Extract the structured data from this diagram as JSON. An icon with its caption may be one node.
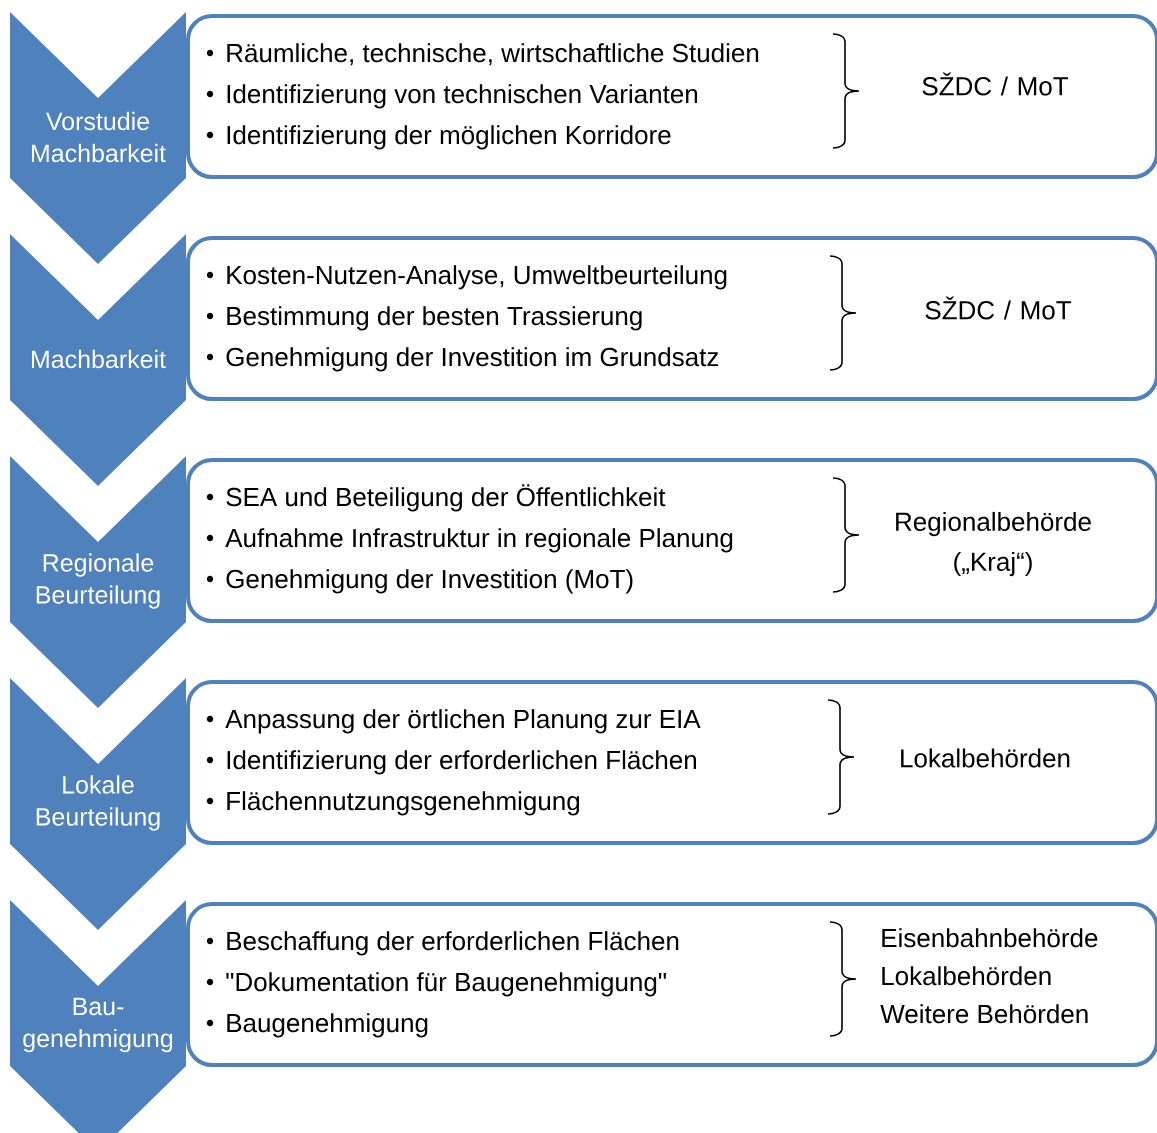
{
  "diagram": {
    "nodes": [
      {
        "text": [
          "Vorstudie Machbarkeit"
        ]
      },
      {
        "text": [
          "Räumliche, technische, wirtschaftliche Studien",
          "Identifizierung von technischen Varianten",
          "Identifizierung der möglichen Korridore",
          "SŽDC / MoT"
        ]
      },
      {
        "text": [
          "Machbarkeit"
        ]
      },
      {
        "text": [
          "Kosten-Nutzen-Analyse, Umweltbeurteilung",
          "Bestimmung der besten Trassierung",
          "Genehmigung der Investition im Grundsatz",
          "SŽDC / MoT"
        ]
      },
      {
        "text": [
          "Regionale Beurteilung"
        ]
      },
      {
        "text": [
          "SEA und Beteiligung der Öffentlichkeit",
          "Aufnahme Infrastruktur in regionale Planung",
          "Genehmigung der Investition (MoT)",
          "Regionalbehörde („Kraj“)"
        ]
      },
      {
        "text": [
          "Lokale Beurteilung"
        ]
      },
      {
        "text": [
          "Anpassung der örtlichen Planung zur EIA",
          "Identifizierung der erforderlichen Flächen",
          "Flächennutzungsgenehmigung",
          "Lokalbehörden"
        ]
      },
      {
        "text": [
          "Bau- genehmigung"
        ]
      },
      {
        "text": [
          "Beschaffung der erforderlichen Flächen",
          "\"Dokumentation für Baugenehmigung\"",
          "Baugenehmigung",
          "Eisenbahnbehörde",
          "Lokalbehörden",
          "Weitere Behörden"
        ]
      }
    ]
  }
}
